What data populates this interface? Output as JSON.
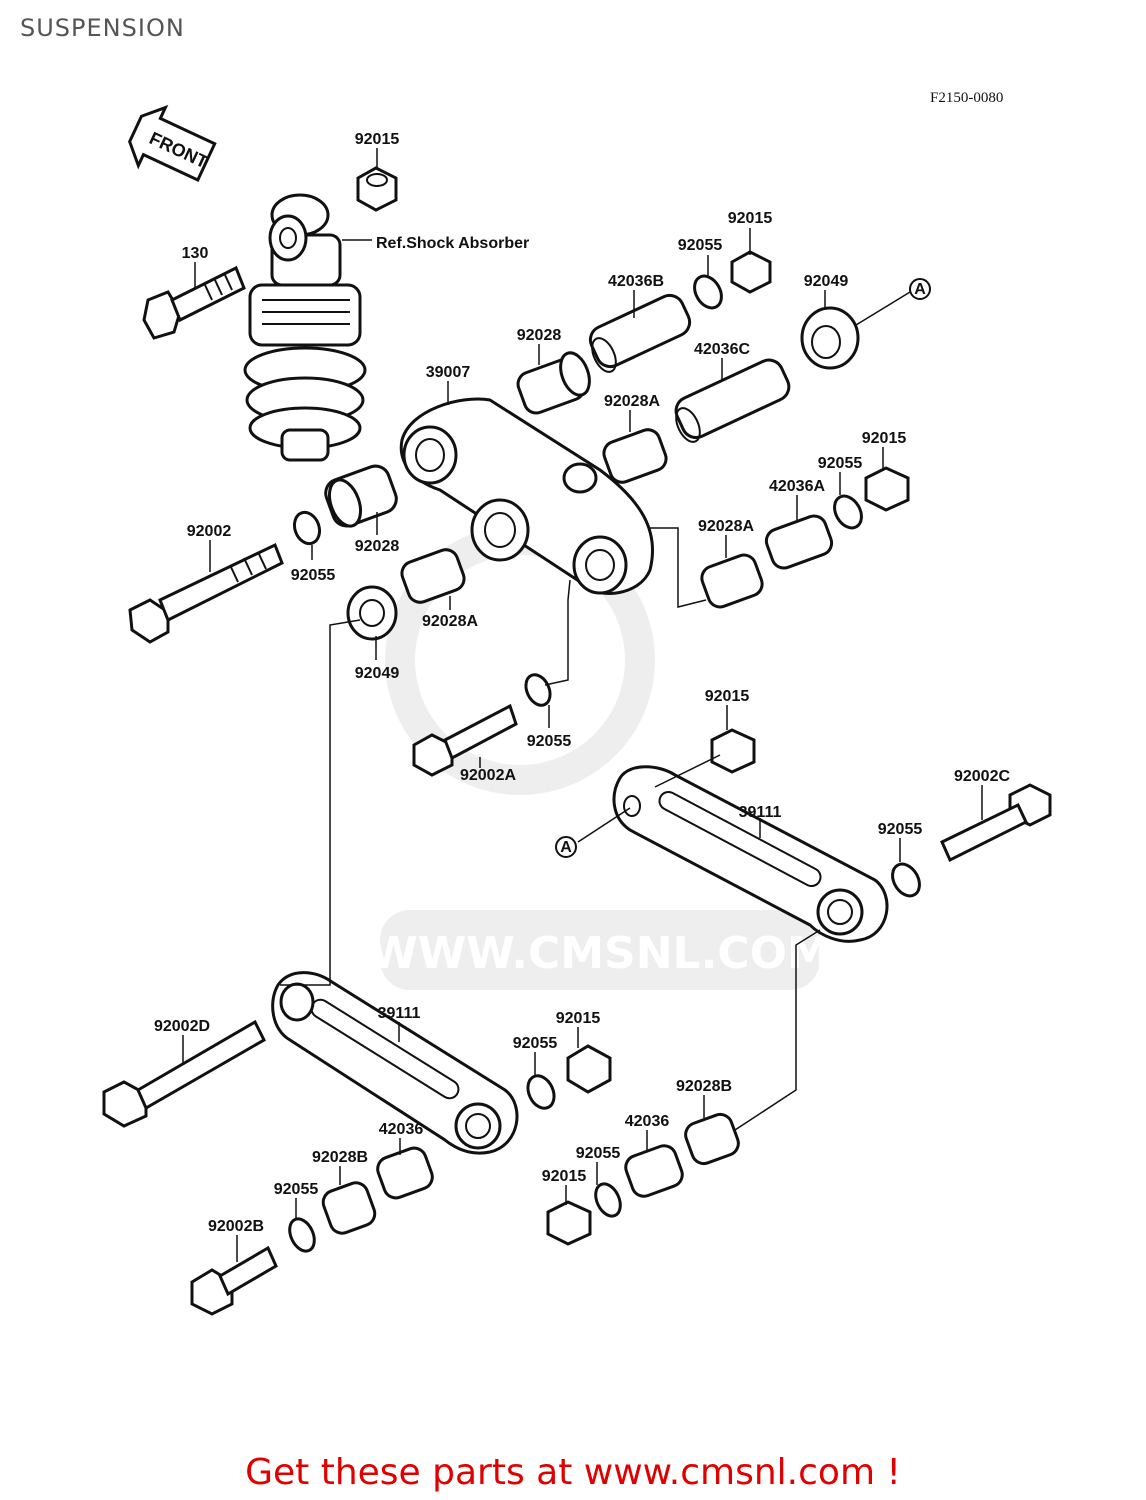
{
  "header": {
    "title": "SUSPENSION"
  },
  "diagram": {
    "code": "F2150-0080",
    "front_arrow": "FRONT",
    "ref_label": "Ref.Shock Absorber",
    "point_marker": "A",
    "labels": {
      "l92015_top": "92015",
      "l130": "130",
      "l92015_r": "92015",
      "l92055_r": "92055",
      "l42036B": "42036B",
      "l92049_r": "92049",
      "l92028_top": "92028",
      "l39007": "39007",
      "l42036C": "42036C",
      "l92028A_1": "92028A",
      "l92015_r2": "92015",
      "l92055_r2": "92055",
      "l42036A": "42036A",
      "l92002": "92002",
      "l92028_l": "92028",
      "l92055_l": "92055",
      "l92028A_r": "92028A",
      "l92028A_c": "92028A",
      "l92049_l": "92049",
      "l92055_c": "92055",
      "l92002A": "92002A",
      "l92015_c": "92015",
      "l92002C": "92002C",
      "l39111_r": "39111",
      "l92055_rr": "92055",
      "l92002D": "92002D",
      "l39111_l": "39111",
      "l92015_b": "92015",
      "l92055_b": "92055",
      "l92028B_r": "92028B",
      "l42036_r": "42036",
      "l42036_l": "42036",
      "l92028B_l": "92028B",
      "l92055_bl": "92055",
      "l92055_br": "92055",
      "l92015_br": "92015",
      "l92002B": "92002B"
    }
  },
  "watermark": {
    "text": "WWW.CMSNL.COM"
  },
  "footer": {
    "cta": "Get these parts at www.cmsnl.com !",
    "color": "#e00000"
  }
}
